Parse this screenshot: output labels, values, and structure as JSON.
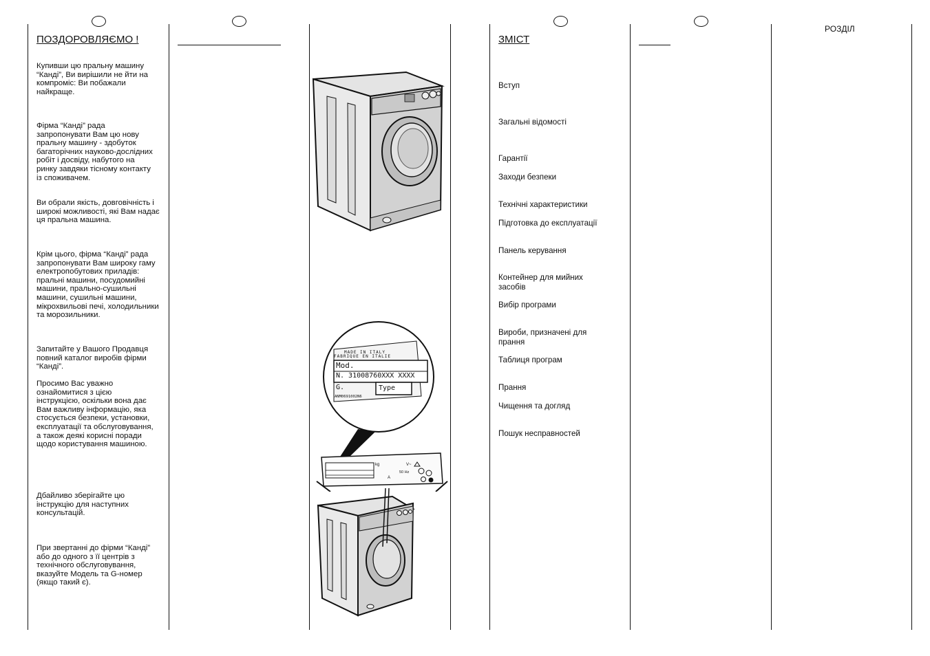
{
  "page1": {
    "title": "ПОЗДОРОВЛЯЄМО !",
    "paragraphs": [
      "Купивши цю пральну машину “Канді”, Ви вирішили не йти на компроміс: Ви побажали найкраще.",
      "Фірма “Канді” рада запропонувати Вам цю нову пральну машину - здобуток багаторічних науково-дослідних робіт і досвіду, набутого на ринку завдяки тісному контакту із споживачем.",
      "Ви обрали якість, довговічність і широкі можливості, які Вам надає ця пральна машина.",
      "Крім цього, фірма “Канді” рада запропонувати Вам широку гаму електропобутових приладів: пральні машини, посудомийні машини, прально-сушильні машини, сушильні машини, мікрохвильові печі, холодильники та морозильники.",
      "Запитайте у Вашого Продавця повний каталог виробів фірми  “Канді”.",
      "Просимо Вас уважно ознайомитися з цією інструкцією, оскільки вона дає Вам важливу інформацію, яка стосується безпеки, установки, експлуатації та обслуговування, а також деякі корисні поради щодо користування машиною.",
      "Дбайливо зберігайте цю інструкцію для наступних консультацій.",
      "При звертанні до фірми “Канді” або до одного з її центрів з технічного обслуговування, вказуйте Модель та G-номер  (якщо такий є)."
    ]
  },
  "label": {
    "made_in": "MADE IN ITALY",
    "fabrique": "FABRIQUE EN ITALIE",
    "mod": "Mod.",
    "number": "N. 31008760XXX XXXX",
    "g": "G.",
    "type": "Type",
    "code": "ANM0691002N6",
    "small_kg": "kg",
    "small_hz": "50 Hz",
    "small_v": "V~",
    "small_a": "A"
  },
  "toc": {
    "title": "ЗМІСТ",
    "section_header": "РОЗДІЛ",
    "items": [
      "Вступ",
      "Загальні відомості",
      "Гарантії",
      "Заходи безпеки",
      "Технічні характеристики",
      "Підготовка до експлуатації",
      "Панель керування",
      "Контейнер для мийних засобів",
      "Вибір програми",
      "Вироби, призначені для прання",
      "Таблиця програм",
      "Прання",
      "Чищення та догляд",
      "Пошук несправностей"
    ]
  }
}
